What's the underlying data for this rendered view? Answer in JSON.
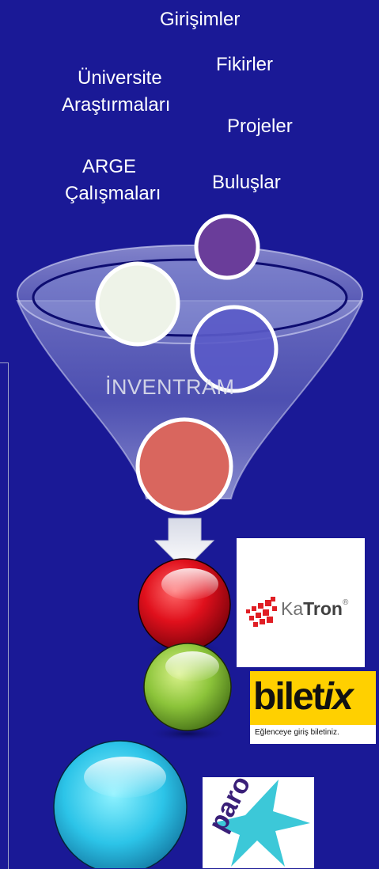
{
  "labels": {
    "girisimler": "Girişimler",
    "universite_line1": "Üniversite",
    "universite_line2": "Araştırmaları",
    "fikirler": "Fikirler",
    "projeler": "Projeler",
    "arge_line1": "ARGE",
    "arge_line2": "Çalışmaları",
    "buluslar": "Buluşlar"
  },
  "funnel": {
    "label": "İNVENTRAM"
  },
  "logos": {
    "katron": {
      "prefix": "Ka",
      "bold": "Tron",
      "mark": "®"
    },
    "biletix": {
      "word1": "bilet",
      "word2": "ix",
      "tagline": "Eğlenceye giriş biletiniz."
    },
    "paro": {
      "word": "paro"
    }
  },
  "colors": {
    "background": "#1a1996",
    "circle_purple": "#6a3d9a",
    "circle_pale": "#eef3e8",
    "circle_indigo": "#5a5ac8",
    "circle_salmon": "#d9665e",
    "sphere_red": "#d0101a",
    "sphere_green": "#8cc43a",
    "sphere_cyan": "#2cc4e8"
  }
}
